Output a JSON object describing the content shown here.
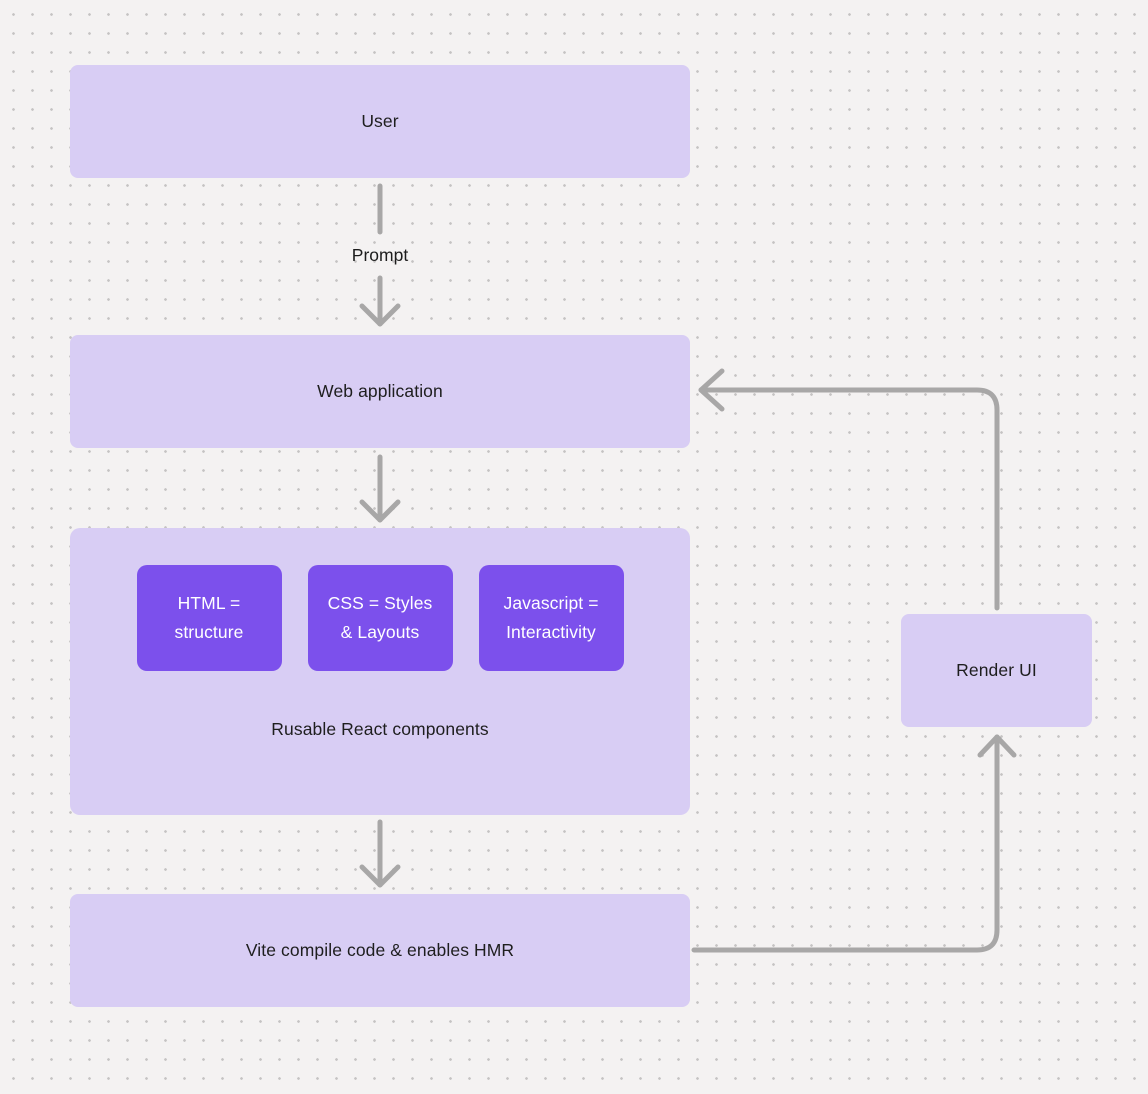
{
  "diagram": {
    "nodes": {
      "user": {
        "label": "User"
      },
      "web_application": {
        "label": "Web application"
      },
      "components_group": {
        "caption": "Rusable React components",
        "items": [
          {
            "line1": "HTML =",
            "line2": "structure"
          },
          {
            "line1": "CSS = Styles",
            "line2": "& Layouts"
          },
          {
            "line1": "Javascript =",
            "line2": "Interactivity"
          }
        ]
      },
      "vite": {
        "label": "Vite compile code & enables HMR"
      },
      "render_ui": {
        "label": "Render UI"
      }
    },
    "edges": {
      "user_to_webapp_label": "Prompt"
    },
    "colors": {
      "background": "#f4f2f2",
      "grid_dot": "#c5c3c3",
      "node_fill": "#d8cdf4",
      "component_fill": "#7c50ec",
      "component_text": "#ffffff",
      "node_text": "#1e1e1e",
      "arrow": "#a8a7a7"
    }
  }
}
